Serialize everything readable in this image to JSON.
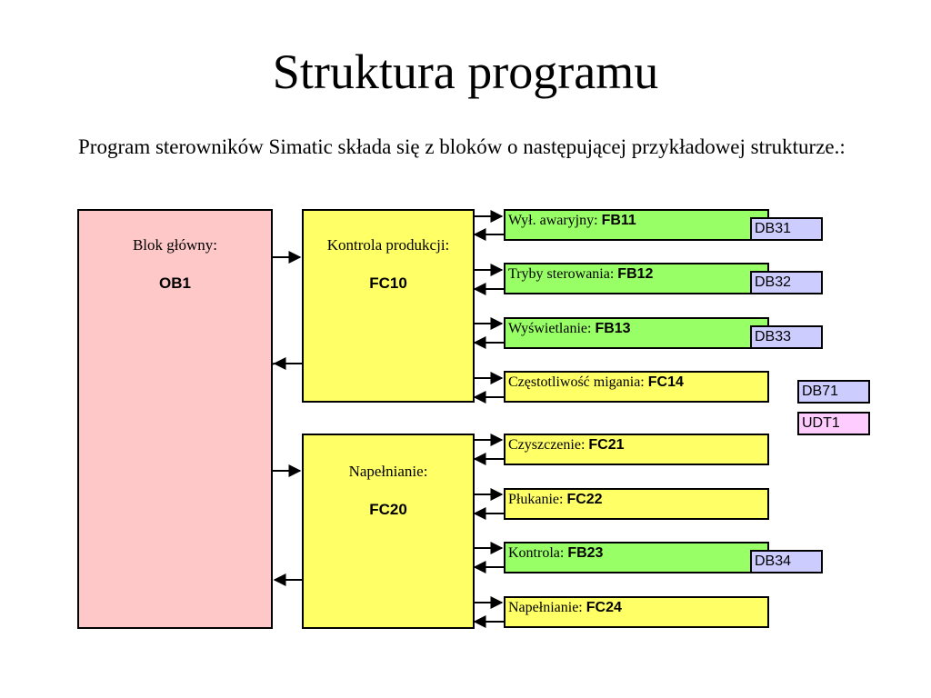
{
  "title": "Struktura programu",
  "intro": "Program sterowników Simatic składa się z bloków o następującej przykładowej strukturze.:",
  "main_block": {
    "label": "Blok główny:",
    "code": "OB1",
    "color": "#ffc8c8"
  },
  "groups": [
    {
      "label": "Kontrola produkcji:",
      "code": "FC10",
      "color": "#ffff66"
    },
    {
      "label": "Napełnianie:",
      "code": "FC20",
      "color": "#ffff66"
    }
  ],
  "subblocks": [
    {
      "label": "Wył. awaryjny: ",
      "code": "FB11",
      "color": "#99ff66",
      "db": "DB31"
    },
    {
      "label": "Tryby sterowania: ",
      "code": "FB12",
      "color": "#99ff66",
      "db": "DB32"
    },
    {
      "label": "Wyświetlanie: ",
      "code": "FB13",
      "color": "#99ff66",
      "db": "DB33"
    },
    {
      "label": "Częstotliwość migania: ",
      "code": "FC14",
      "color": "#ffff66",
      "db": ""
    },
    {
      "label": "Czyszczenie: ",
      "code": "FC21",
      "color": "#ffff66",
      "db": ""
    },
    {
      "label": "Płukanie: ",
      "code": "FC22",
      "color": "#ffff66",
      "db": ""
    },
    {
      "label": "Kontrola: ",
      "code": "FB23",
      "color": "#99ff66",
      "db": "DB34"
    },
    {
      "label": "Napełnianie: ",
      "code": "FC24",
      "color": "#ffff66",
      "db": ""
    }
  ],
  "standalone": [
    {
      "label": "DB71",
      "color": "#ccccff"
    },
    {
      "label": "UDT1",
      "color": "#ffccff"
    }
  ],
  "db_color": "#ccccff"
}
